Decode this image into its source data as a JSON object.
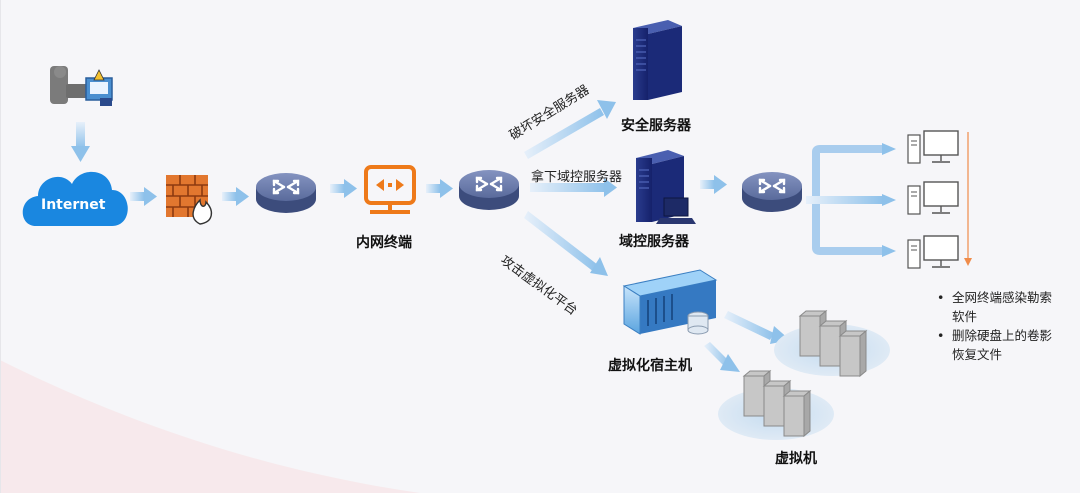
{
  "nodes": {
    "internet": "Internet",
    "terminal": "内网终端",
    "security_server": "安全服务器",
    "domain_server": "域控服务器",
    "virtualization_host": "虚拟化宿主机",
    "vms": "虚拟机"
  },
  "edges": {
    "to_security": "破坏安全服务器",
    "to_domain": "拿下域控服务器",
    "to_virtualization": "攻击虚拟化平台"
  },
  "notes": [
    "全网终端感染勒索软件",
    "删除硬盘上的卷影恢复文件"
  ],
  "colors": {
    "arrow": "#b9d6f0",
    "router_top": "#6d7fae",
    "router_side": "#3c4c7c",
    "cloud": "#1a87e0",
    "terminal": "#ee7a1a",
    "timeline": "#f08c4a"
  }
}
